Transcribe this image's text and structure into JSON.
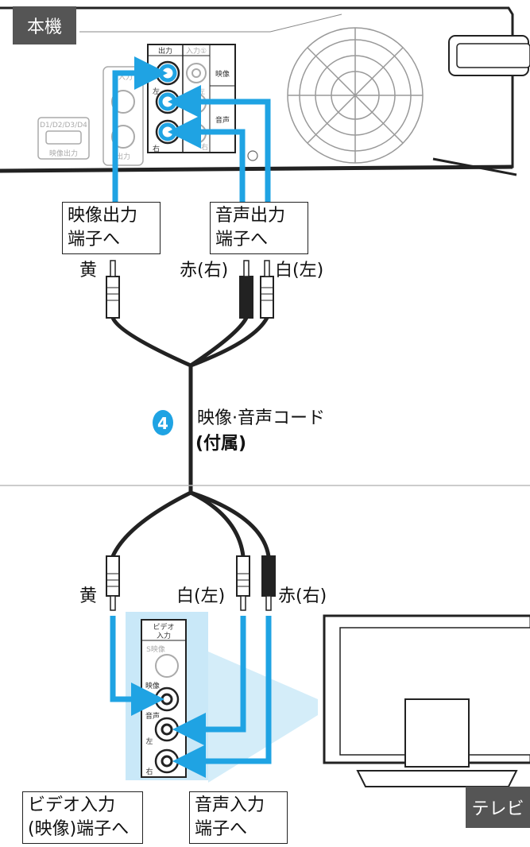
{
  "unit_tag": "本機",
  "tv_tag": "テレビ",
  "colors": {
    "accent": "#1fa3e3",
    "dark": "#555555",
    "cable": "#222222",
    "panel": "#c9e8f8"
  },
  "unit": {
    "out_header": "出力",
    "in_header": "入力①",
    "video_label": "映像",
    "audio_label": "音声",
    "left": "左",
    "right": "右",
    "in_left": "左",
    "in_right": "右",
    "side_top": "S入力",
    "side_bottom": "出力",
    "d_terminal": "D1/D2/D3/D4",
    "d_label": "映像出力"
  },
  "labels": {
    "video_out_1": "映像出力",
    "video_out_2": "端子へ",
    "audio_out_1": "音声出力",
    "audio_out_2": "端子へ",
    "yellow_top": "黄",
    "red_top": "赤(右)",
    "white_top": "白(左)",
    "cord_number": "4",
    "cord_name": "映像·音声コード",
    "cord_note": "(付属)",
    "yellow_bottom": "黄",
    "white_bottom": "白(左)",
    "red_bottom": "赤(右)",
    "video_in_1": "ビデオ入力",
    "video_in_2": "(映像)端子へ",
    "audio_in_1": "音声入力",
    "audio_in_2": "端子へ"
  },
  "tv_panel": {
    "title_1": "ビデオ",
    "title_2": "入力",
    "s_video": "S映像",
    "video": "映像",
    "audio": "音声",
    "left": "左",
    "right": "右"
  }
}
